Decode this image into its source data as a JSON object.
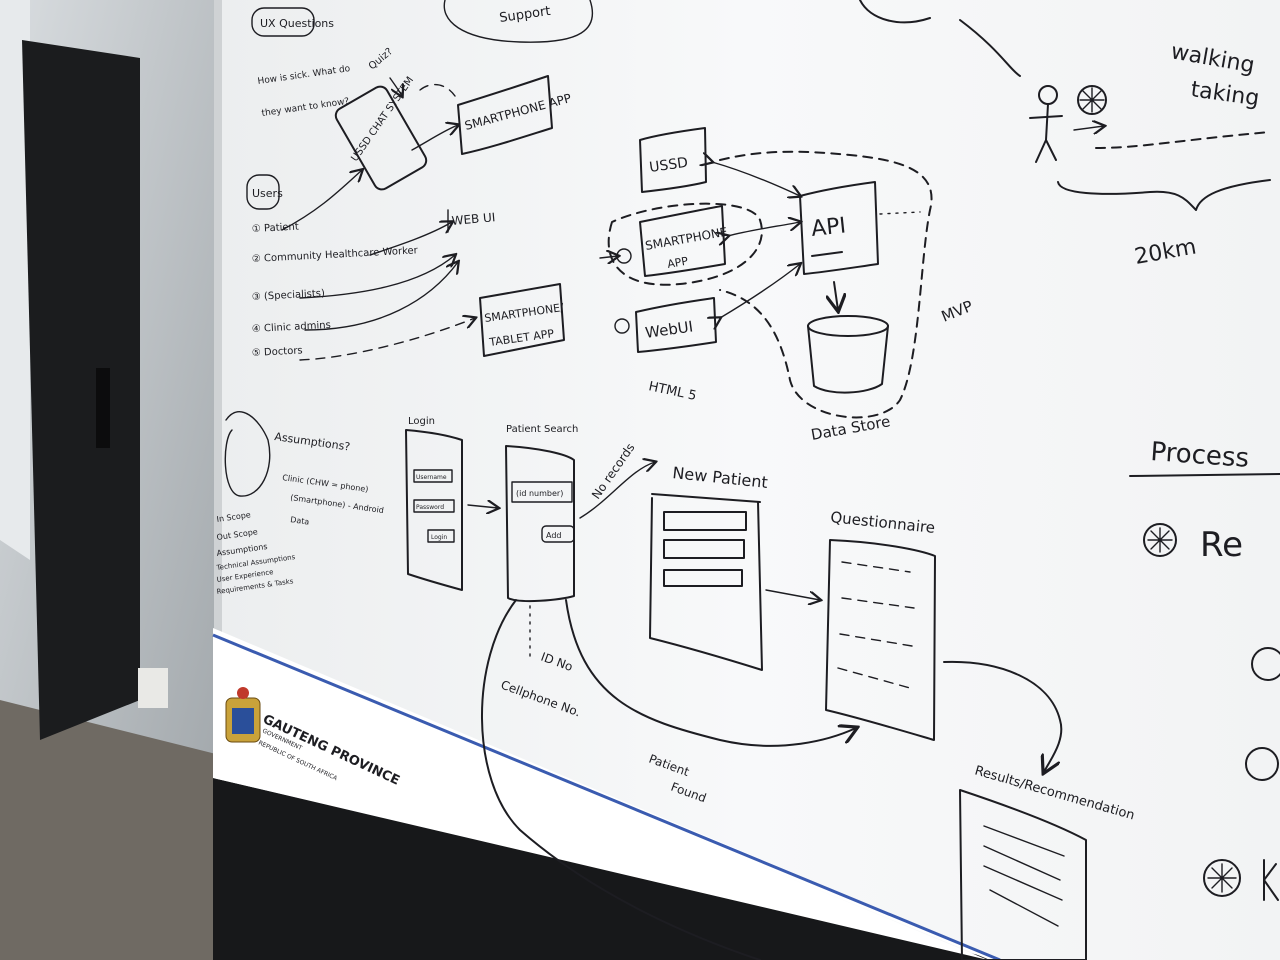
{
  "board": {
    "top": {
      "support": "Support",
      "ux_questions": "UX Questions",
      "ux_q1": "How is sick. What do",
      "ux_q2": "they want to know?",
      "quiz": "Quiz?",
      "walking": "walking",
      "taking": "taking",
      "distance": "20km"
    },
    "users": {
      "title": "Users",
      "items": [
        "Patient",
        "Community Healthcare Worker",
        "(Specialists)",
        "Clinic admins",
        "Doctors"
      ]
    },
    "architecture": {
      "ussd_chat": "USSD CHAT SYSTEM",
      "smartphone_app_top": "SMARTPHONE APP",
      "web_ui_small": "WEB UI",
      "smartphone_tablet_1": "SMARTPHONE/",
      "smartphone_tablet_2": "TABLET APP",
      "ussd": "USSD",
      "smartphone": "SMARTPHONE",
      "app": "APP",
      "web_ui": "WebUI",
      "html5": "HTML 5",
      "api": "API",
      "mvp": "MVP",
      "data_store": "Data Store"
    },
    "flow": {
      "login": "Login",
      "login_fields": [
        "Username",
        "Password",
        "Login"
      ],
      "patient_search": "Patient Search",
      "id_number": "(id number)",
      "add": "Add",
      "no_records": "No records",
      "new_patient": "New Patient",
      "questionnaire": "Questionnaire",
      "results": "Results/Recommendation",
      "id_no": "ID No",
      "cellphone_no": "Cellphone No.",
      "patient_found_1": "Patient",
      "patient_found_2": "Found"
    },
    "assumptions": {
      "title": "Assumptions?",
      "item1": "Clinic (CHW = phone)",
      "item2": "(Smartphone) - Android",
      "item3": "Data"
    },
    "left_notes": [
      "In Scope",
      "Out Scope",
      "Assumptions",
      "Technical Assumptions",
      "User Experience",
      "Requirements & Tasks"
    ],
    "process": {
      "title": "Process",
      "item1": "Re"
    },
    "logo": {
      "name": "GAUTENG PROVINCE",
      "sub1": "GOVERNMENT",
      "sub2": "REPUBLIC OF SOUTH AFRICA"
    }
  },
  "colors": {
    "board": "#f6f7f8",
    "ink": "#1d1d22",
    "frame": "#17181a",
    "trim": "#3a5bb0"
  }
}
